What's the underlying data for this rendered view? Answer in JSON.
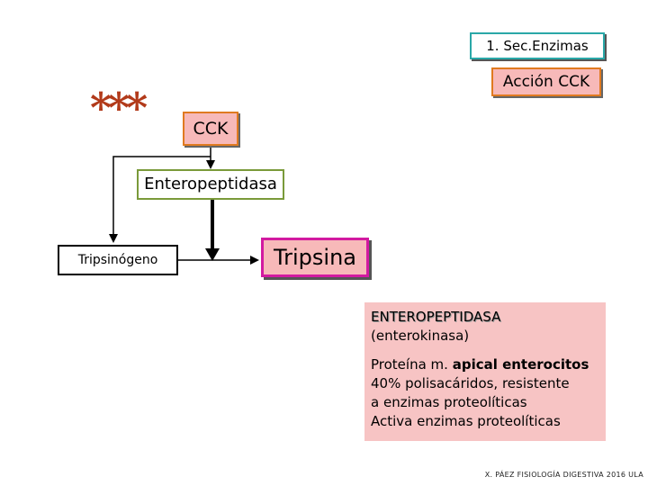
{
  "header": {
    "section_label": "1. Sec.Enzimas",
    "accion_label": "Acción CCK"
  },
  "diagram": {
    "asterisks": "***",
    "cck": "CCK",
    "enteropeptidasa": "Enteropeptidasa",
    "tripsinogeno": "Tripsinógeno",
    "tripsina": "Tripsina"
  },
  "info": {
    "title": "ENTEROPEPTIDASA",
    "subtitle": "(enterokinasa)",
    "line1_prefix": "Proteína m. ",
    "line1_bold": "apical enterocitos",
    "line2": "40% polisacáridos, resistente",
    "line3": "a enzimas proteolíticas",
    "line4": "Activa enzimas proteolíticas"
  },
  "footer": {
    "credit": "X. PÁEZ   FISIOLOGÍA DIGESTIVA 2016 ULA"
  },
  "colors": {
    "pink_fill": "#f7b9b9",
    "info_fill": "#f7c4c4",
    "orange_border": "#e07a20",
    "magenta_border": "#d21aa0",
    "teal_border": "#2aa8a8",
    "olive_border": "#7a9a3a",
    "asterisk_red": "#b23a1a"
  }
}
